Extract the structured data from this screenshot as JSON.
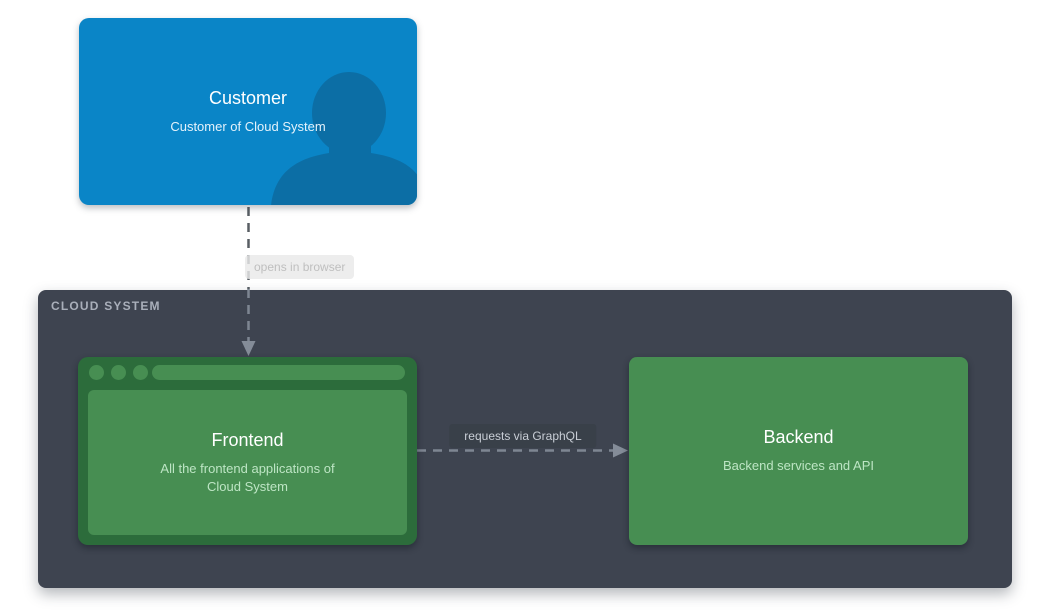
{
  "colors": {
    "blue": "#0A85C7",
    "blue_dark": "#0C6EA5",
    "blue_subtitle": "#E4F2FB",
    "green": "#478E52",
    "green_dark": "#2C6C3B",
    "green_subtitle": "#BDE5C4",
    "slate": "#3E4450",
    "container_label": "#A9AFBA",
    "title_text": "#FFFFFF",
    "dash_on_white": "#585E64",
    "dash_on_dark": "#7E8692",
    "arrow_gray": "#848C98",
    "edge_label_light_text": "#BFBFBF",
    "edge_label_dark_bg": "#394049",
    "edge_label_dark_text": "#C9CED6"
  },
  "container": {
    "label": "CLOUD SYSTEM"
  },
  "nodes": {
    "customer": {
      "title": "Customer",
      "subtitle": "Customer of Cloud System",
      "icon": "person-silhouette"
    },
    "frontend": {
      "title": "Frontend",
      "subtitle": "All the frontend applications of Cloud System",
      "icon": "browser-window"
    },
    "backend": {
      "title": "Backend",
      "subtitle": "Backend services and API"
    }
  },
  "edges": {
    "customer_frontend": {
      "label": "opens in browser",
      "style": "dashed"
    },
    "frontend_backend": {
      "label": "requests via GraphQL",
      "style": "dashed"
    }
  }
}
